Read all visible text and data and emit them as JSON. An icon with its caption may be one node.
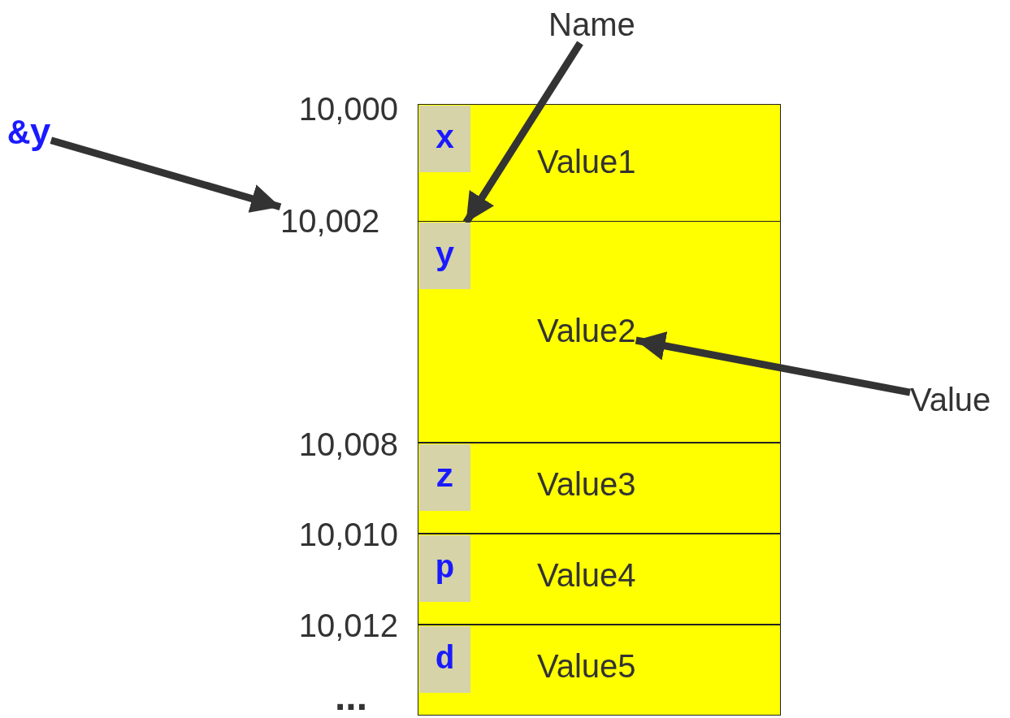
{
  "diagram": {
    "nodes": [
      {
        "text": [],
        "shape": "box"
      },
      {
        "text": [
          "x"
        ],
        "in": 0
      },
      {
        "text": [
          "Value1"
        ],
        "in": 0
      },
      {
        "text": [],
        "shape": "box"
      },
      {
        "text": [
          "y"
        ],
        "in": 3
      },
      {
        "text": [
          "Value2"
        ],
        "in": 3
      },
      {
        "text": [],
        "shape": "box"
      },
      {
        "text": [
          "z"
        ],
        "in": 6
      },
      {
        "text": [
          "Value3"
        ],
        "in": 6
      },
      {
        "text": [],
        "shape": "box"
      },
      {
        "text": [
          "p"
        ],
        "in": 9
      },
      {
        "text": [
          "Value4"
        ],
        "in": 9
      },
      {
        "text": [],
        "shape": "box"
      },
      {
        "text": [
          "d"
        ],
        "in": 12
      },
      {
        "text": [
          "Value5"
        ],
        "in": 12
      },
      {
        "text": [
          "&y"
        ]
      },
      {
        "text": [
          "10,002"
        ]
      },
      {
        "text": [
          "Name"
        ]
      },
      {
        "text": [
          "Value"
        ]
      }
    ],
    "edges": [
      {
        "from": 15,
        "to": 16,
        "arrow": "to"
      },
      {
        "from": 17,
        "to": 4,
        "arrow": "to"
      },
      {
        "from": 18,
        "to": 5,
        "arrow": "to"
      }
    ],
    "labels": [
      "10,000",
      "10,008",
      "10,010",
      "10,012",
      "..."
    ]
  }
}
